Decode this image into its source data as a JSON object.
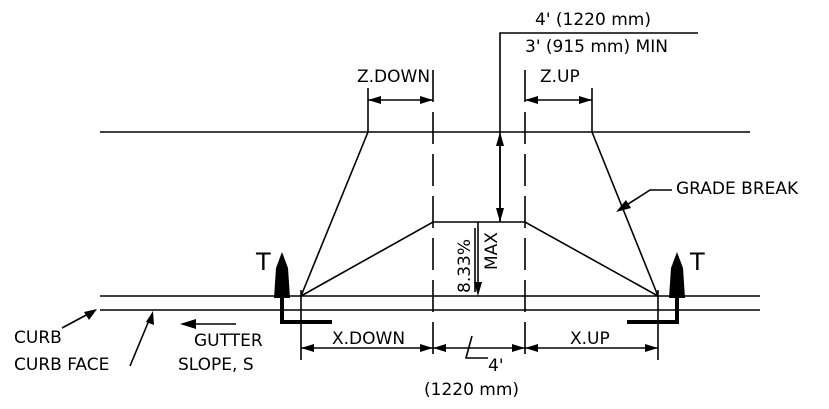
{
  "labels": {
    "dim_4ft": "4' (1220 mm)",
    "dim_3ft_min": "3' (915 mm) MIN",
    "z_down": "Z.DOWN",
    "z_up": "Z.UP",
    "grade_break": "GRADE BREAK",
    "slope_pct": "8.33%",
    "slope_max": "MAX",
    "curb": "CURB",
    "curb_face": "CURB FACE",
    "gutter": "GUTTER",
    "slope_s": "SLOPE, S",
    "x_down": "X.DOWN",
    "x_up": "X.UP",
    "bottom_4": "4'",
    "bottom_mm": "(1220 mm)",
    "t_left": "T",
    "t_right": "T"
  }
}
